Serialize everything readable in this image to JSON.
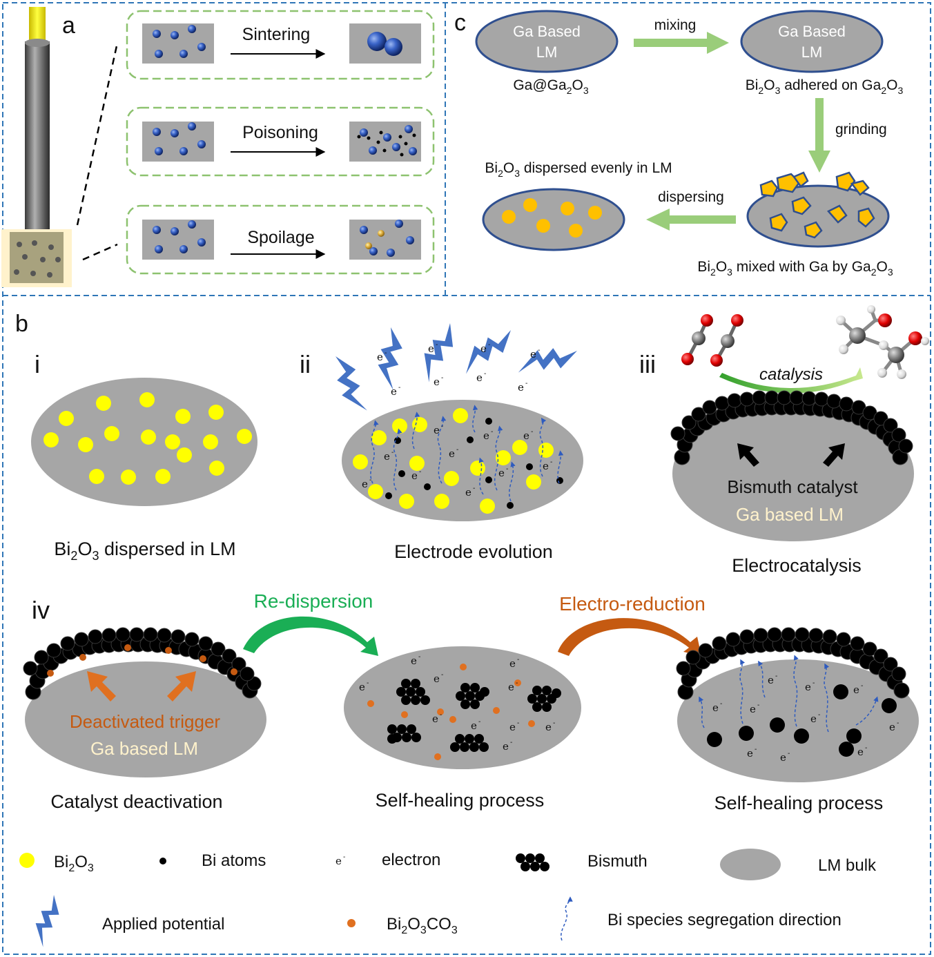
{
  "panel_a": {
    "letter": "a",
    "rows": [
      {
        "label": "Sintering"
      },
      {
        "label": "Poisoning"
      },
      {
        "label": "Spoilage"
      }
    ]
  },
  "panel_c": {
    "letter": "c",
    "lm_text_1": "Ga Based",
    "lm_text_2": "LM",
    "ga_at_ga2o3": {
      "pre": "Ga@Ga",
      "s1": "2",
      "mid": "O",
      "s2": "3"
    },
    "mixing": "mixing",
    "adhered": {
      "a": "Bi",
      "s1": "2",
      "b": "O",
      "s2": "3",
      "c": " adhered on Ga",
      "s3": "2",
      "d": "O",
      "s4": "3"
    },
    "grinding": "grinding",
    "dispersing": "dispersing",
    "dispersed_evenly": {
      "a": "Bi",
      "s1": "2",
      "b": "O",
      "s2": "3",
      "c": " dispersed evenly in LM"
    },
    "mixed_with": {
      "a": "Bi",
      "s1": "2",
      "b": "O",
      "s2": "3",
      "c": " mixed with Ga by Ga",
      "s3": "2",
      "d": "O",
      "s4": "3"
    }
  },
  "panel_b": {
    "letter": "b",
    "roman": [
      "i",
      "ii",
      "iii",
      "iv"
    ],
    "i_caption": {
      "a": "Bi",
      "s1": "2",
      "b": "O",
      "s2": "3",
      "c": " dispersed in LM"
    },
    "ii_caption": "Electrode evolution",
    "iii_caption": "Electrocatalysis",
    "catalysis": "catalysis",
    "bismuth_catalyst": "Bismuth catalyst",
    "ga_based_lm": "Ga based LM",
    "electron_symbol": "e",
    "electron_sup": "-",
    "iv_deactivated": "Deactivated trigger",
    "iv_caption_1": "Catalyst deactivation",
    "iv_caption_2": "Self-healing process",
    "iv_caption_3": "Self-healing process",
    "re_dispersion": "Re-dispersion",
    "electro_reduction": "Electro-reduction"
  },
  "legend": {
    "bi2o3": {
      "a": "Bi",
      "s1": "2",
      "b": "O",
      "s2": "3"
    },
    "bi_atoms": "Bi atoms",
    "electron": "electron",
    "bismuth": "Bismuth",
    "lm_bulk": "LM bulk",
    "applied_potential": "Applied potential",
    "bi2o3co3": {
      "a": "Bi",
      "s1": "2",
      "b": "O",
      "s2": "3",
      "c": "CO",
      "s3": "3"
    },
    "segregation": "Bi species segregation direction"
  },
  "colors": {
    "frame": "#2E75B6",
    "dash_green": "#8DC26F",
    "arrow_green": "#9ACD7A",
    "gray": "#A6A6A6",
    "yellow": "#FFFF00",
    "orange_particle": "#FFC000",
    "rust": "#C55A11",
    "lightning": "#4472C4",
    "green_arrow": "#1AAE55",
    "cream": "#FFF2CC"
  }
}
